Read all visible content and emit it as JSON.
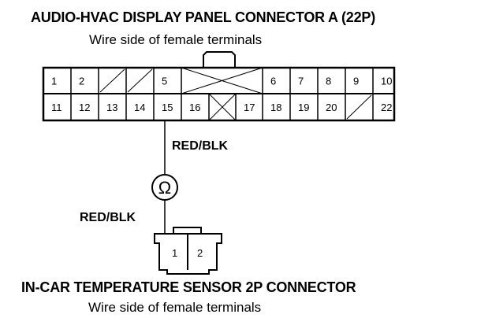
{
  "connector_a": {
    "title": "AUDIO-HVAC DISPLAY PANEL CONNECTOR A (22P)",
    "subtitle": "Wire side of female terminals",
    "top_row": [
      {
        "label": "1"
      },
      {
        "label": "2"
      },
      {
        "label": "",
        "empty": true
      },
      {
        "label": "",
        "empty": true
      },
      {
        "label": "5"
      },
      {
        "label": "",
        "blocked": true
      },
      {
        "label": "6"
      },
      {
        "label": "7"
      },
      {
        "label": "8"
      },
      {
        "label": "9"
      },
      {
        "label": "10"
      }
    ],
    "bottom_row": [
      {
        "label": "11"
      },
      {
        "label": "12"
      },
      {
        "label": "13"
      },
      {
        "label": "14"
      },
      {
        "label": "15"
      },
      {
        "label": "16"
      },
      {
        "label": "",
        "blocked": true
      },
      {
        "label": "17"
      },
      {
        "label": "18"
      },
      {
        "label": "19"
      },
      {
        "label": "20"
      },
      {
        "label": "",
        "empty": true
      },
      {
        "label": "22"
      }
    ],
    "connected_terminal": "15"
  },
  "wire_upper": "RED/BLK",
  "meter_symbol": "Ω",
  "wire_lower": "RED/BLK",
  "sensor_connector": {
    "title": "IN-CAR TEMPERATURE SENSOR 2P CONNECTOR",
    "subtitle": "Wire side of female terminals",
    "terminals": [
      "1",
      "2"
    ],
    "connected_terminal": "1"
  }
}
